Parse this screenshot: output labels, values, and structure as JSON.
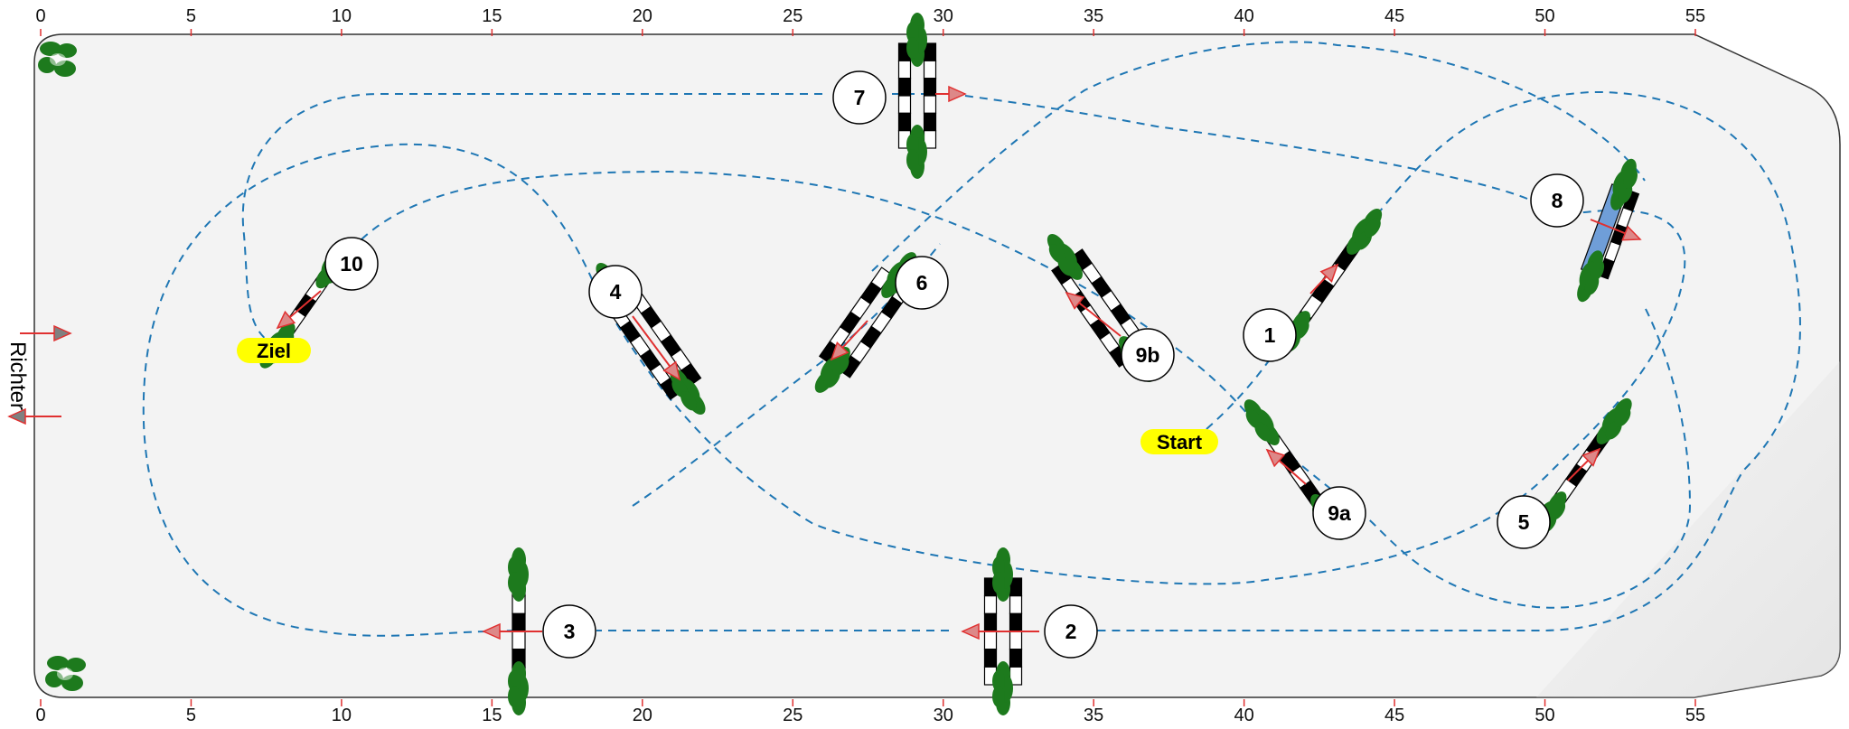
{
  "title": "",
  "axis": {
    "min": 0,
    "max": 55,
    "ticks": [
      "0",
      "5",
      "10",
      "15",
      "20",
      "25",
      "30",
      "35",
      "40",
      "45",
      "50",
      "55"
    ]
  },
  "side_label": "Richter",
  "start_label": "Start",
  "finish_label": "Ziel",
  "obstacles": [
    {
      "id": "1",
      "label": "1",
      "type": "vertical"
    },
    {
      "id": "2",
      "label": "2",
      "type": "oxer"
    },
    {
      "id": "3",
      "label": "3",
      "type": "vertical"
    },
    {
      "id": "4",
      "label": "4",
      "type": "oxer"
    },
    {
      "id": "5",
      "label": "5",
      "type": "vertical"
    },
    {
      "id": "6",
      "label": "6",
      "type": "oxer"
    },
    {
      "id": "7",
      "label": "7",
      "type": "oxer"
    },
    {
      "id": "8",
      "label": "8",
      "type": "wall"
    },
    {
      "id": "9a",
      "label": "9a",
      "type": "vertical"
    },
    {
      "id": "9b",
      "label": "9b",
      "type": "oxer"
    },
    {
      "id": "10",
      "label": "10",
      "type": "vertical"
    }
  ],
  "colors": {
    "arena_fill": "#f2f2f2",
    "arena_stroke": "#333333",
    "route": "#1f77b4",
    "arrow": "#e03030",
    "plant": "#1d7a1d",
    "label_bg": "#ffff00",
    "wall": "#6f9ed8"
  }
}
